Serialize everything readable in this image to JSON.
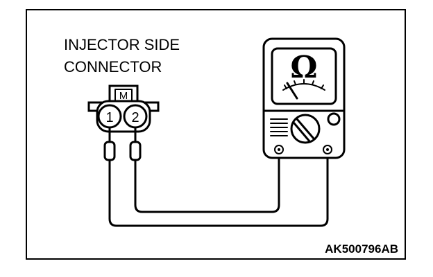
{
  "label": {
    "line1": "INJECTOR SIDE",
    "line2": "CONNECTOR"
  },
  "connector": {
    "key_mark": "M",
    "pin1": "1",
    "pin2": "2"
  },
  "meter": {
    "unit_symbol": "Ω",
    "icon": "ohmmeter-icon"
  },
  "figure_code": "AK500796AB"
}
